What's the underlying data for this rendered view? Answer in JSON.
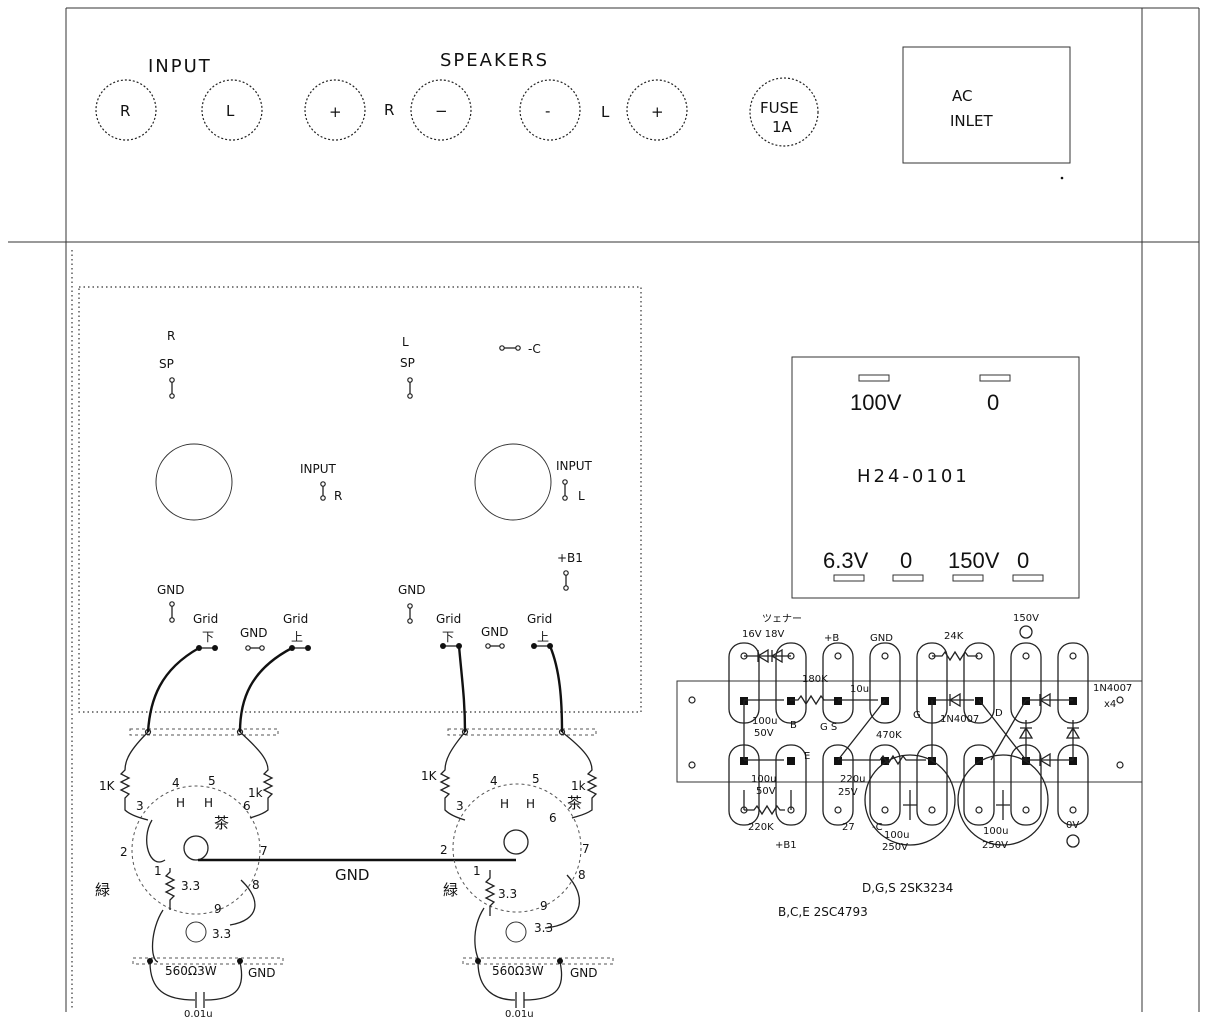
{
  "panel": {
    "input_title": "INPUT",
    "speakers_title": "SPEAKERS",
    "input_jacks": [
      "R",
      "L"
    ],
    "speaker_r": {
      "plus": "+",
      "label": "R",
      "minus": "−"
    },
    "speaker_l": {
      "minus": "-",
      "label": "L",
      "plus": "+"
    },
    "fuse_line1": "FUSE",
    "fuse_line2": "1A",
    "ac_line1": "AC",
    "ac_line2": "INLET"
  },
  "chassis": {
    "r": "R",
    "sp_r": "SP",
    "l": "L",
    "sp_l": "SP",
    "minus_c": "-C",
    "input_r": "INPUT",
    "input_r_ch": "R",
    "input_l": "INPUT",
    "input_l_ch": "L",
    "b1": "+B1",
    "gnd_left": "GND",
    "gnd_right": "GND",
    "grid_lower_l": "Grid",
    "grid_lower_l_sub": "下",
    "grid_upper_l": "Grid",
    "grid_upper_l_sub": "上",
    "grid_lower_r": "Grid",
    "grid_lower_r_sub": "下",
    "grid_upper_r": "Grid",
    "grid_upper_r_sub": "上",
    "gnd_mid_l": "GND",
    "gnd_mid_r": "GND"
  },
  "transformer": {
    "model": "H24-0101",
    "primary": [
      "100V",
      "0"
    ],
    "secondary": [
      "6.3V",
      "0",
      "150V",
      "0"
    ]
  },
  "tubes": {
    "pins": [
      "1",
      "2",
      "3",
      "4",
      "5",
      "6",
      "7",
      "8",
      "9"
    ],
    "heater": "H",
    "r_grid": "1k",
    "r_grid_left": "1K",
    "r_cathode": "3.3",
    "r_cathode2": "3.3",
    "r_power": "560Ω3W",
    "cap": "0.01u",
    "gnd_tag": "GND",
    "color_brown": "茶",
    "color_green": "緑",
    "gnd_bus": "GND"
  },
  "board": {
    "zener": "ツェナー",
    "zener_v": "16V 18V",
    "plus_b": "+B",
    "gnd": "GND",
    "r24k": "24K",
    "v150": "150V",
    "r180k": "180K",
    "c10u": "10u",
    "c100u50v_a": "100u",
    "c100u50v_a2": "50V",
    "b_lbl": "B",
    "gs_lbl": "G S",
    "g_lbl": "G",
    "d_lbl": "D",
    "diode_1n4007": "1N4007",
    "diode_1n4007_x4": "1N4007",
    "x4": "x4",
    "e_lbl": "E",
    "r470k": "470K",
    "c100u50v_b": "100u",
    "c100u50v_b2": "50V",
    "c220u": "220u",
    "c220u_v": "25V",
    "r220k": "220K",
    "r27": "27",
    "minus_c": "-C",
    "c100u250_a": "100u",
    "c100u250_a2": "250V",
    "c100u250_b": "100u",
    "c100u250_b2": "250V",
    "b1": "+B1",
    "v0": "0V",
    "note1": "D,G,S  2SK3234",
    "note2": "B,C,E 2SC4793"
  }
}
